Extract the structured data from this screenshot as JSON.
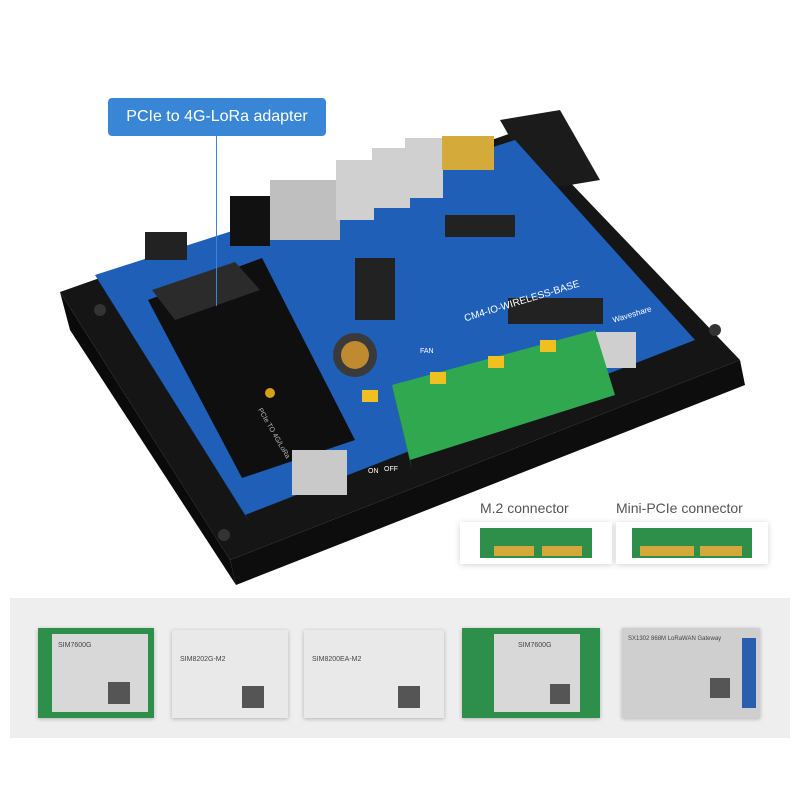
{
  "callout": {
    "text": "PCIe to 4G-LoRa adapter"
  },
  "connectors": {
    "m2": "M.2 connector",
    "mini_pcie": "Mini-PCIe connector"
  },
  "board": {
    "name": "CM4-IO-WIRELESS-BASE",
    "brand": "Waveshare",
    "adapter_text": "PCIe TO 4G/LoRa",
    "fan_label": "FAN",
    "switch_on": "ON",
    "switch_off": "OFF"
  },
  "modules": [
    {
      "title": "SIM7600G"
    },
    {
      "title": "SIM8202G-M2"
    },
    {
      "title": "SIM8200EA-M2"
    },
    {
      "title": "SIM7600G"
    },
    {
      "title": "SX1302 868M LoRaWAN Gateway"
    }
  ],
  "colors": {
    "accent": "#3a86d6",
    "pcb": "#1f5fb8",
    "terminal": "#2fa84f",
    "case": "#161616"
  }
}
